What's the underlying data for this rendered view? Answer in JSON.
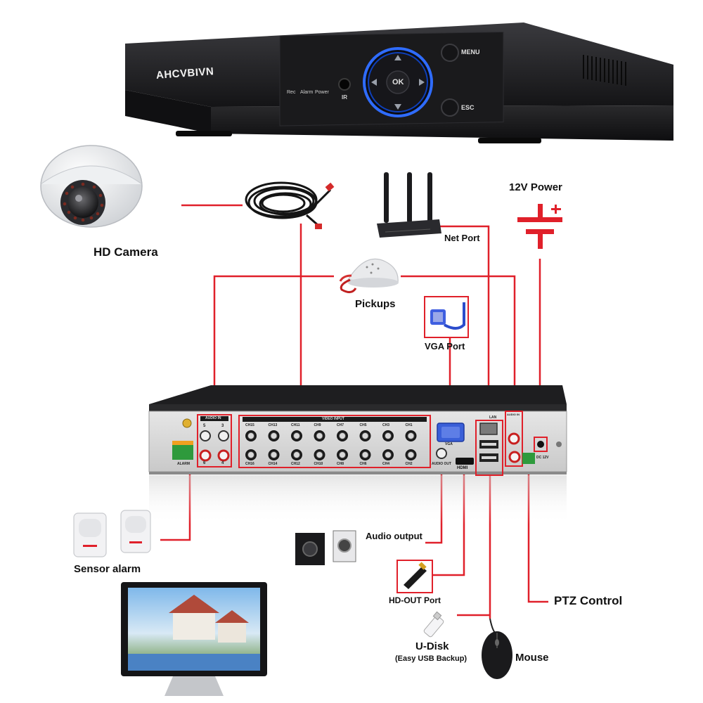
{
  "brand": "AHCVBIVN",
  "front_panel": {
    "indicators": [
      "Rec",
      "Alarm",
      "Power"
    ],
    "ir_label": "IR",
    "ok_label": "OK",
    "menu_label": "MENU",
    "esc_label": "ESC"
  },
  "back_panel": {
    "audio_in_title": "AUDIO IN",
    "audio_in_channels": [
      "5",
      "3",
      "6",
      "4"
    ],
    "video_input_title": "VIDEO INPUT",
    "video_top_channels": [
      "CH15",
      "CH13",
      "CH11",
      "CH9",
      "CH7",
      "CH5",
      "CH3",
      "CH1"
    ],
    "video_bottom_channels": [
      "CH16",
      "CH14",
      "CH12",
      "CH10",
      "CH8",
      "CH6",
      "CH4",
      "CH2"
    ],
    "vga_label": "VGA",
    "lan_label": "LAN",
    "audio_out_label": "AUDIO OUT",
    "hdmi_label": "HDMI",
    "alarm_label": "ALARM",
    "audio_in2_title": "AUDIO IN",
    "dc_label": "DC 12V"
  },
  "labels": {
    "hd_camera": "HD Camera",
    "power": "12V Power",
    "net_port": "Net Port",
    "pickups": "Pickups",
    "vga_port": "VGA Port",
    "audio_output": "Audio output",
    "sensor_alarm": "Sensor alarm",
    "hd_out_port": "HD-OUT Port",
    "ptz_control": "PTZ Control",
    "u_disk": "U-Disk",
    "u_disk_note": "(Easy USB Backup)",
    "mouse": "Mouse"
  },
  "colors": {
    "wire": "#e0202a",
    "device_body": "#1c1c1e",
    "panel_bg": "#d9d9d9",
    "accent_blue": "#2f6cff"
  }
}
